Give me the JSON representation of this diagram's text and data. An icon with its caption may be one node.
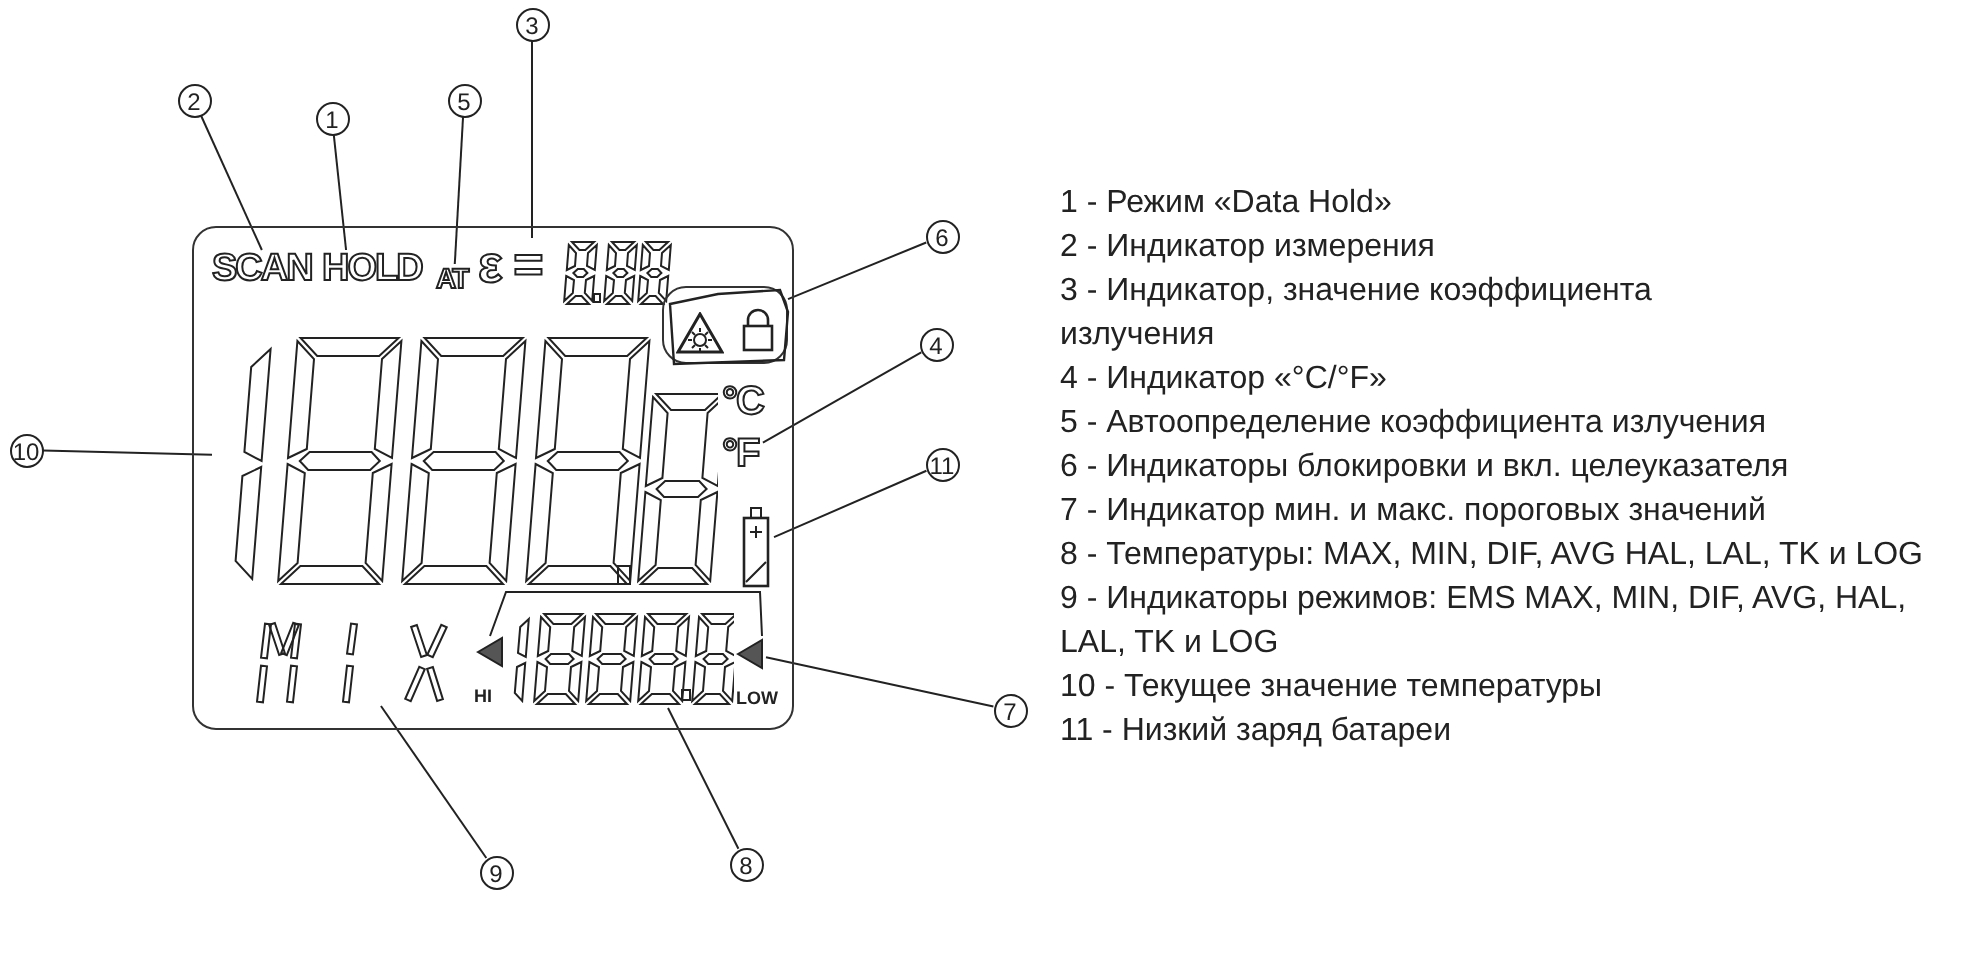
{
  "diagram": {
    "nodes": [
      {
        "text": [],
        "shape": "box"
      },
      {
        "text": [
          "SCAN"
        ],
        "in": 0
      },
      {
        "text": [
          "HOLD"
        ],
        "in": 0
      },
      {
        "text": [
          "AT"
        ],
        "in": 0
      },
      {
        "text": [
          "ε ="
        ],
        "in": 0
      },
      {
        "text": [],
        "shape": "box",
        "in": 0
      },
      {
        "text": [
          "°C",
          "°F"
        ],
        "in": 0
      },
      {
        "text": [],
        "shape": "digits",
        "in": 0
      },
      {
        "text": [],
        "shape": "battery",
        "in": 0
      },
      {
        "text": [],
        "shape": "letters",
        "in": 0
      },
      {
        "text": [],
        "shape": "digits",
        "in": 0
      },
      {
        "text": [],
        "shape": "triangle",
        "in": 0
      },
      {
        "text": [
          "1"
        ]
      },
      {
        "text": [
          "2"
        ]
      },
      {
        "text": [
          "3"
        ]
      },
      {
        "text": [
          "4"
        ]
      },
      {
        "text": [
          "5"
        ]
      },
      {
        "text": [
          "6"
        ]
      },
      {
        "text": [
          "7"
        ]
      },
      {
        "text": [
          "8"
        ]
      },
      {
        "text": [
          "9"
        ]
      },
      {
        "text": [
          "10"
        ]
      },
      {
        "text": [
          "11"
        ]
      }
    ],
    "edges": [
      {
        "from": 12,
        "to": 2,
        "arrow": "none"
      },
      {
        "from": 13,
        "to": 1,
        "arrow": "none"
      },
      {
        "from": 14,
        "to": 4,
        "arrow": "none"
      },
      {
        "from": 15,
        "to": 6,
        "arrow": "none"
      },
      {
        "from": 16,
        "to": 3,
        "arrow": "none"
      },
      {
        "from": 17,
        "to": 5,
        "arrow": "none"
      },
      {
        "from": 18,
        "to": 11,
        "arrow": "none"
      },
      {
        "from": 19,
        "to": 10,
        "arrow": "none"
      },
      {
        "from": 20,
        "to": 9,
        "arrow": "none"
      },
      {
        "from": 21,
        "to": 7,
        "arrow": "none"
      },
      {
        "from": 22,
        "to": 8,
        "arrow": "none"
      }
    ],
    "labels": [
      "HI",
      "LOW",
      "1 - Режим «Data Hold»",
      "2 - Индикатор измерения",
      "3 - Индикатор, значение коэффициента излучения",
      "4 - Индикатор «°C/°F»",
      "5 - Автоопределение коэффициента излучения",
      "6 - Индикаторы блокировки и вкл. целеуказателя",
      "7 - Индикатор мин. и макс. пороговых значений",
      "8 - Температуры: MAX, MIN, DIF, AVG HAL, LAL, TK и LOG",
      "9 - Индикаторы режимов: EMS MAX, MIN, DIF, AVG, HAL, LAL, TK и LOG",
      "10 - Текущее значение температуры",
      "11 -  Низкий заряд батареи"
    ]
  }
}
